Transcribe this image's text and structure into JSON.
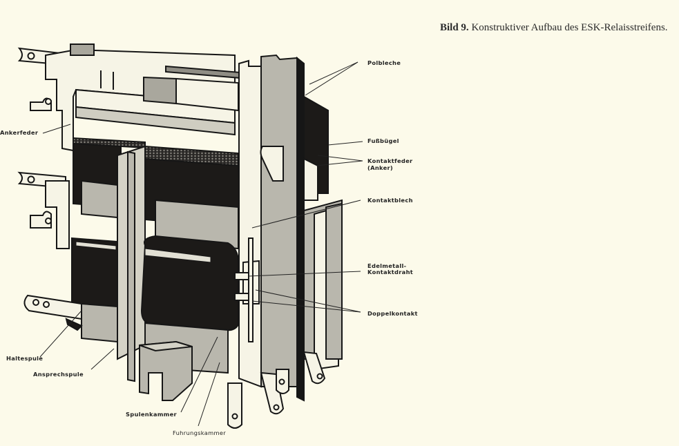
{
  "figure": {
    "caption_number": "Bild 9.",
    "caption_text": " Konstruktiver Aufbau des ESK-Relaisstreifens."
  },
  "labels": {
    "polbleche": "Polbleche",
    "fussbuegel": "Fußbügel",
    "kontaktfeder_1": "Kontaktfeder",
    "kontaktfeder_2": "(Anker)",
    "kontaktblech": "Kontaktblech",
    "edelmetall_1": "Edelmetall-",
    "edelmetall_2": "Kontaktdraht",
    "doppelkontakt": "Doppelkontakt",
    "ankerfeder": "Ankerfeder",
    "haltespule": "Haltespule",
    "ansprechspule": "Ansprechspule",
    "spulenkammer": "Spulenkammer",
    "fuehrungskammer": "Fuhrungskammer"
  },
  "colors": {
    "background": "#fcfaea",
    "ink": "#161616",
    "coil": "#1c1a18",
    "grey": "#b9b7ad",
    "light_grey": "#d4d2c6",
    "paper": "#f6f4e6"
  }
}
